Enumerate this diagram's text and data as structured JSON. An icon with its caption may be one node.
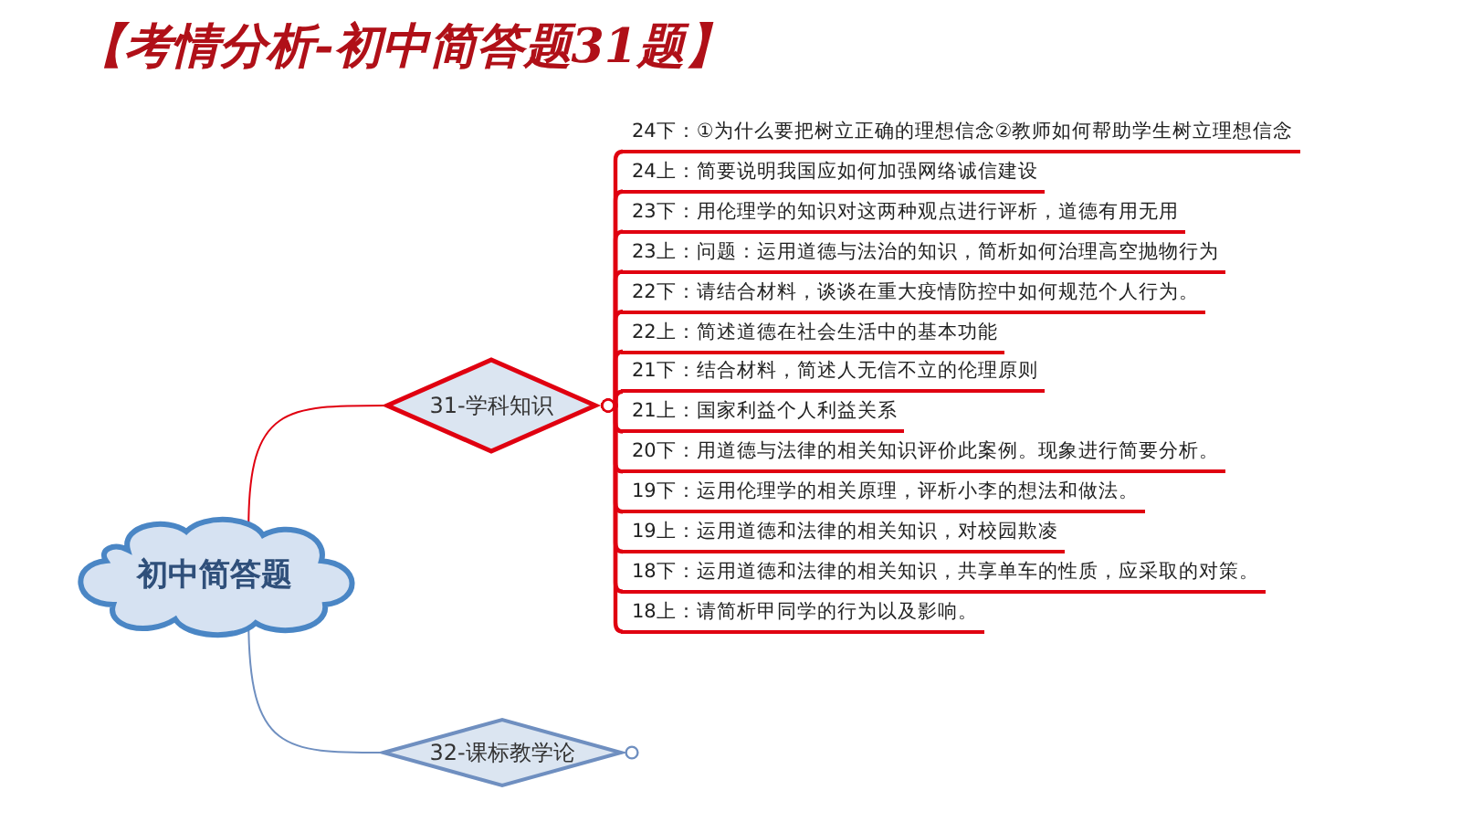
{
  "diagram": {
    "title": "【考情分析-初中简答题31题】",
    "nodes": [
      {
        "text": [
          "初中简答题"
        ]
      },
      {
        "text": [
          "31-学科知识"
        ]
      },
      {
        "text": [
          "32-课标教学论"
        ]
      },
      {
        "text": [
          "24下：①为什么要把树立正确的理想信念②教师如何帮助学生树立理想信念"
        ]
      },
      {
        "text": [
          "24上：简要说明我国应如何加强网络诚信建设"
        ]
      },
      {
        "text": [
          "23下：用伦理学的知识对这两种观点进行评析，道德有用无用"
        ]
      },
      {
        "text": [
          "23上：问题：运用道德与法治的知识，简析如何治理高空抛物行为"
        ]
      },
      {
        "text": [
          "22下：请结合材料，谈谈在重大疫情防控中如何规范个人行为。"
        ]
      },
      {
        "text": [
          "22上：简述道德在社会生活中的基本功能"
        ]
      },
      {
        "text": [
          "21下：结合材料，简述人无信不立的伦理原则"
        ]
      },
      {
        "text": [
          "21上：国家利益个人利益关系"
        ]
      },
      {
        "text": [
          "20下：用道德与法律的相关知识评价此案例。现象进行简要分析。"
        ]
      },
      {
        "text": [
          "19下：运用伦理学的相关原理，评析小李的想法和做法。"
        ]
      },
      {
        "text": [
          "19上：运用道德和法律的相关知识，对校园欺凌"
        ]
      },
      {
        "text": [
          "18下：运用道德和法律的相关知识，共享单车的性质，应采取的对策。"
        ]
      },
      {
        "text": [
          "18上：请简析甲同学的行为以及影响。"
        ]
      }
    ],
    "edges": [
      {
        "from": 0,
        "to": 1,
        "arrow": "none"
      },
      {
        "from": 0,
        "to": 2,
        "arrow": "none",
        "color": "#6f8fc0"
      },
      {
        "from": 1,
        "to": 3,
        "arrow": "other"
      },
      {
        "from": 1,
        "to": 4,
        "arrow": "other"
      },
      {
        "from": 1,
        "to": 5,
        "arrow": "other"
      },
      {
        "from": 1,
        "to": 6,
        "arrow": "other"
      },
      {
        "from": 1,
        "to": 7,
        "arrow": "other"
      },
      {
        "from": 1,
        "to": 8,
        "arrow": "other"
      },
      {
        "from": 1,
        "to": 9,
        "arrow": "other"
      },
      {
        "from": 1,
        "to": 10,
        "arrow": "other"
      },
      {
        "from": 1,
        "to": 11,
        "arrow": "other"
      },
      {
        "from": 1,
        "to": 12,
        "arrow": "other"
      },
      {
        "from": 1,
        "to": 13,
        "arrow": "other"
      },
      {
        "from": 1,
        "to": 14,
        "arrow": "other"
      },
      {
        "from": 1,
        "to": 15,
        "arrow": "other"
      }
    ]
  }
}
